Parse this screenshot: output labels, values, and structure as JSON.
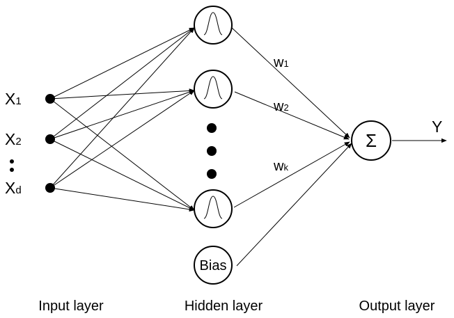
{
  "inputs": [
    {
      "main": "X",
      "sub": "1"
    },
    {
      "main": "X",
      "sub": "2"
    },
    {
      "main": "X",
      "sub": "d"
    }
  ],
  "weights": [
    {
      "main": "w",
      "sub": "1"
    },
    {
      "main": "w",
      "sub": "2"
    },
    {
      "main": "w",
      "sub": "k"
    }
  ],
  "bias_label": "Bias",
  "sum_symbol": "Σ",
  "output_label": "Y",
  "layers": {
    "input": "Input layer",
    "hidden": "Hidden layer",
    "output": "Output layer"
  },
  "colors": {
    "stroke": "#000000",
    "fill": "#ffffff"
  },
  "icons": {
    "activation": "gaussian-bump-icon"
  }
}
